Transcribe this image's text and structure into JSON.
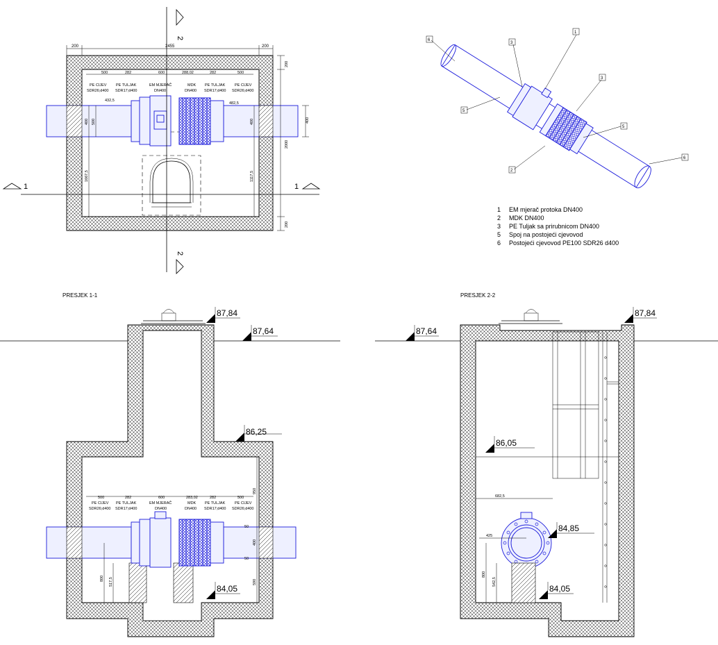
{
  "plan_view": {
    "section_1_marker": "1",
    "section_2_marker": "2",
    "dim_top_left": "200",
    "dim_top_total": "2455",
    "dim_top_right": "200",
    "dims_inner": [
      "500",
      "282",
      "600",
      "288,02",
      "282",
      "500"
    ],
    "component_labels": [
      {
        "line1": "PE CIJEV",
        "line2": "SDR26;d400"
      },
      {
        "line1": "PE TULJAK",
        "line2": "SDR17;d400"
      },
      {
        "line1": "EM MJERAČ",
        "line2": "DN400"
      },
      {
        "line1": "MDK",
        "line2": "DN400"
      },
      {
        "line1": "PE TULJAK",
        "line2": "SDR17;d400"
      },
      {
        "line1": "PE CIJEV",
        "line2": "SDR26;d400"
      }
    ],
    "dim_432_5": "432,5",
    "dim_482_5": "482,5",
    "dim_400_a": "400",
    "dim_500": "500",
    "dim_400_b": "400",
    "dim_400_c": "400",
    "dim_1667_5": "1667,5",
    "dim_1117_5": "1117,5",
    "dim_right_200_top": "200",
    "dim_right_2000": "2000",
    "dim_right_200_bottom": "200"
  },
  "iso_view": {
    "callouts": [
      "6",
      "3",
      "1",
      "3",
      "5",
      "5",
      "2",
      "6"
    ]
  },
  "legend": [
    {
      "num": "1",
      "text": "EM mjerač protoka DN400"
    },
    {
      "num": "2",
      "text": "MDK DN400"
    },
    {
      "num": "3",
      "text": "PE Tuljak sa prirubnicom DN400"
    },
    {
      "num": "5",
      "text": "Spoj na postojeći cjevovod"
    },
    {
      "num": "6",
      "text": "Postojeći cjevovod PE100 SDR26 d400"
    }
  ],
  "section_1_1": {
    "title": "PRESJEK 1-1",
    "level_top": "87,84",
    "level_ground": "87,64",
    "level_slab": "86,25",
    "level_floor": "84,05",
    "dims_inner": [
      "500",
      "282",
      "600",
      "283,02",
      "282",
      "500"
    ],
    "component_labels": [
      {
        "line1": "PE CIJEV",
        "line2": "SDR26;d400"
      },
      {
        "line1": "PE TULJAK",
        "line2": "SDR17;d400"
      },
      {
        "line1": "EM MJERAČ",
        "line2": "DN400"
      },
      {
        "line1": "MDK",
        "line2": "DN400"
      },
      {
        "line1": "PE TULJAK",
        "line2": "SDR17;d400"
      },
      {
        "line1": "PE CIJEV",
        "line2": "SDR26;d400"
      }
    ],
    "dim_800": "800",
    "dim_517_5": "517,5",
    "dims_right": [
      "950",
      "50",
      "400",
      "50",
      "590"
    ]
  },
  "section_2_2": {
    "title": "PRESJEK 2-2",
    "level_ground": "87,64",
    "level_top": "87,84",
    "level_mid": "86,05",
    "level_pipe": "84,85",
    "level_floor": "84,05",
    "dim_682_5": "682,5",
    "dim_425": "425",
    "dim_800": "800",
    "dim_542_5": "542,5"
  },
  "colors": {
    "pipe": "#1a1adb",
    "line": "#000000"
  }
}
